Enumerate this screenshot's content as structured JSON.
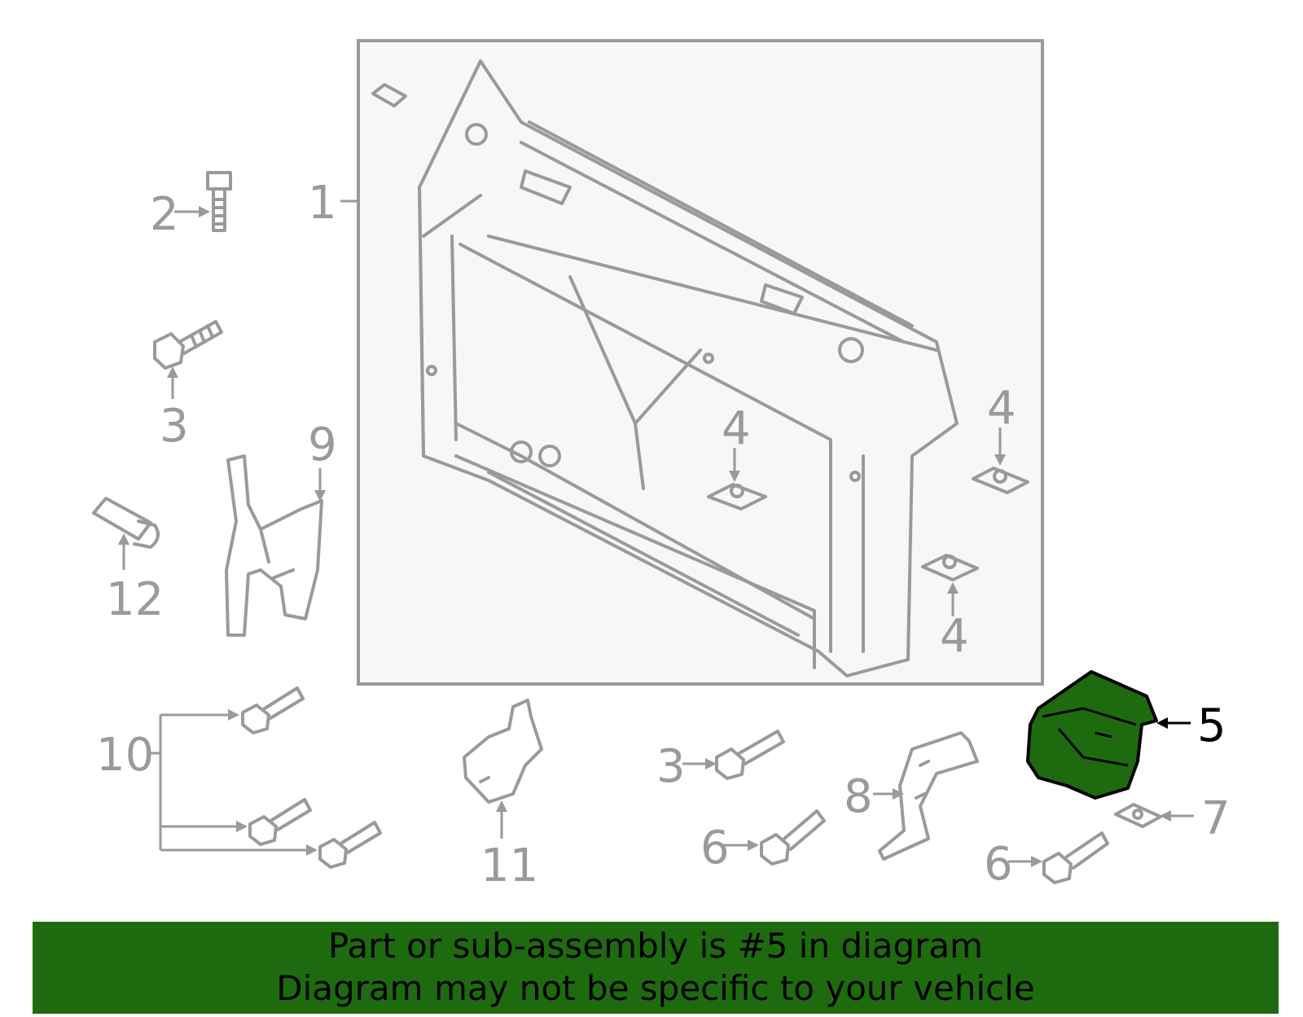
{
  "callouts": {
    "c1": "1",
    "c2": "2",
    "c3a": "3",
    "c3b": "3",
    "c4a": "4",
    "c4b": "4",
    "c4c": "4",
    "c5": "5",
    "c6a": "6",
    "c6b": "6",
    "c7": "7",
    "c8": "8",
    "c9": "9",
    "c10": "10",
    "c11": "11",
    "c12": "12"
  },
  "highlighted_part": "5",
  "colors": {
    "highlight": "#1e6b0f",
    "line_art": "#9a9a9a",
    "box_background": "#f7f7f7"
  },
  "banner": {
    "line1": "Part or sub-assembly is #5 in diagram",
    "line2": "Diagram may not be specific to your vehicle"
  }
}
